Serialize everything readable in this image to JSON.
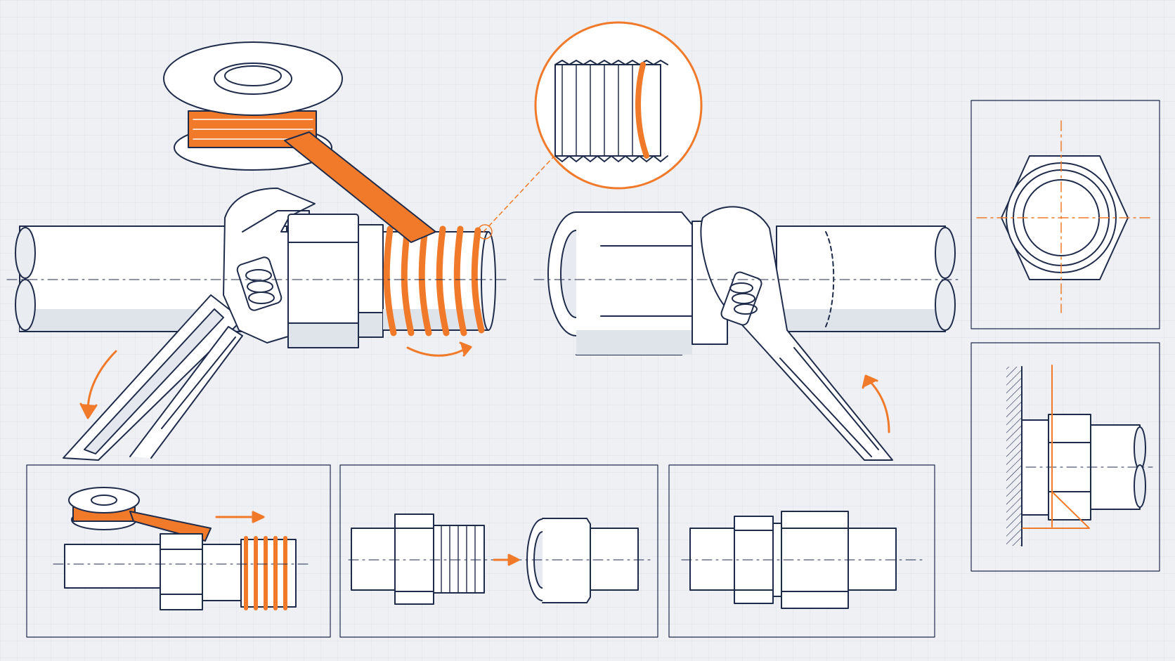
{
  "colors": {
    "background": "#eef0f4",
    "grid": "#dde2ea",
    "line": "#1f2b4a",
    "accent": "#f07a2a",
    "metal_fill": "#ffffff",
    "shadow": "#d6dbe4"
  },
  "diagram": {
    "main_scene": [
      "pipe-left",
      "adjustable-wrench-left",
      "ptfe-tape-spool",
      "threaded-nipple-taped",
      "coupling-nut",
      "adjustable-wrench-right",
      "pipe-right"
    ],
    "detail_callout": "thread-detail",
    "step_panels": [
      "step-wrap-tape",
      "step-align-parts",
      "step-joined"
    ],
    "side_panels": [
      "hex-nut-end-view",
      "wall-mount-side-view"
    ],
    "arrow_icons": [
      "rotate-arrow-left",
      "wrap-direction-arrow",
      "rotate-arrow-right",
      "push-arrow",
      "align-arrow"
    ]
  }
}
